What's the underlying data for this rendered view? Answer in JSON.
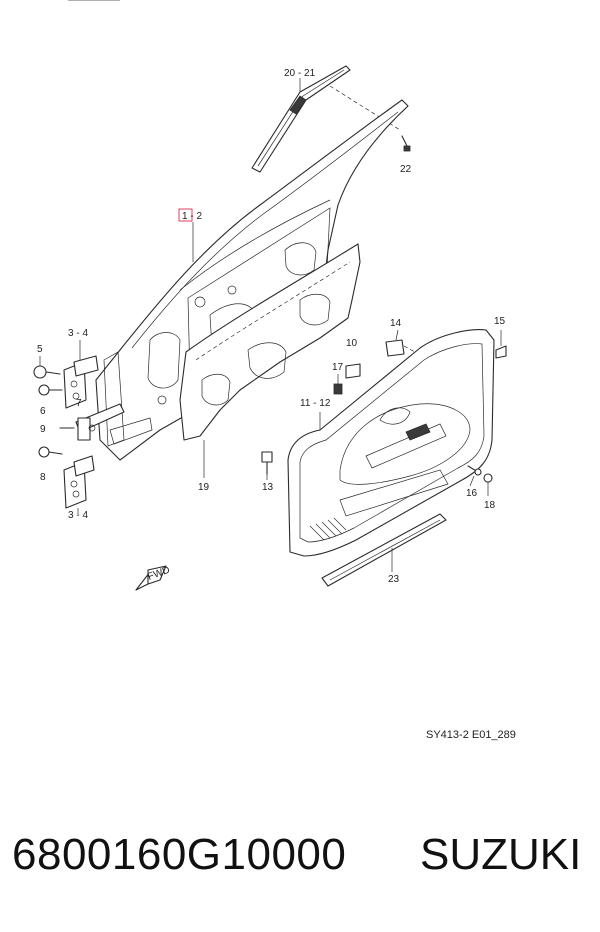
{
  "diagram": {
    "callouts": {
      "c20_21": "20 - 21",
      "c22": "22",
      "c1_2": "1 - 2",
      "c3_4_top": "3 - 4",
      "c5": "5",
      "c6": "6",
      "c7": "7",
      "c9": "9",
      "c8": "8",
      "c3_4_bottom": "3 - 4",
      "c19": "19",
      "c17": "17",
      "c10": "10",
      "c14": "14",
      "c15": "15",
      "c11_12": "11 - 12",
      "c13": "13",
      "c16": "16",
      "c18": "18",
      "c23": "23"
    },
    "fwd_label": "FWD",
    "reference_code": "SY413-2 E01_289",
    "highlight_color": "#e0405a"
  },
  "caption": {
    "part_number": "6800160G10000",
    "brand": "SUZUKI"
  }
}
